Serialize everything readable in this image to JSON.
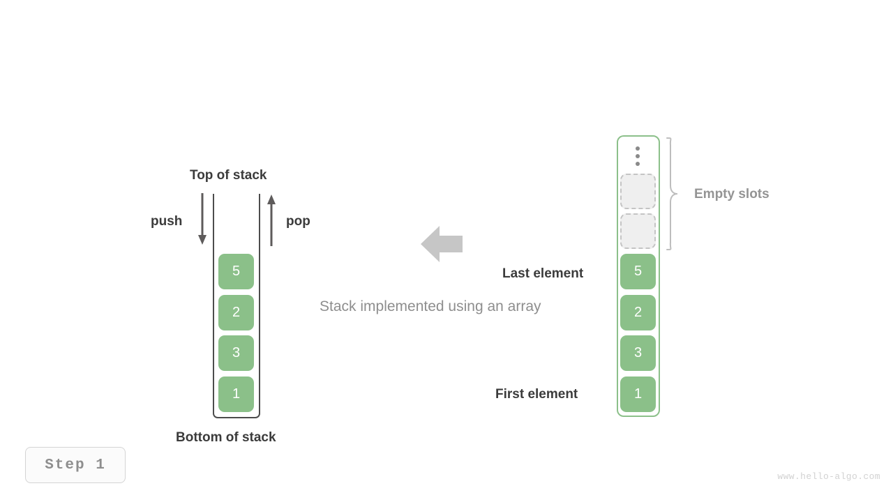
{
  "diagram": {
    "caption": "Stack implemented using an array",
    "step_badge": "Step  1",
    "watermark": "www.hello-algo.com",
    "accent_green": "#8bc089",
    "border_green": "#8cc08a",
    "text_dark": "#3b3b3b",
    "text_gray": "#949494",
    "empty_slot_fill": "#efefef",
    "empty_slot_border": "#c4c4c4",
    "arrow_gray": "#c6c6c6"
  },
  "stack": {
    "top_label": "Top of stack",
    "bottom_label": "Bottom of stack",
    "push_label": "push",
    "pop_label": "pop",
    "values": [
      "5",
      "2",
      "3",
      "1"
    ]
  },
  "array": {
    "values": [
      "5",
      "2",
      "3",
      "1"
    ],
    "empty_slots_label": "Empty slots",
    "last_element_label": "Last element",
    "first_element_label": "First element",
    "ellipsis_icon": "vertical-ellipsis-icon",
    "empty_slot_count": 2
  }
}
